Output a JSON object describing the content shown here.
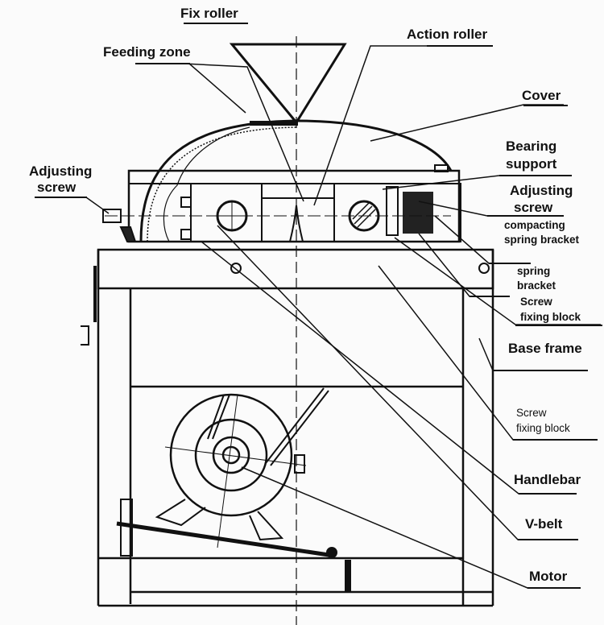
{
  "diagram": {
    "type": "machine cross-section drawing (roller compactor)",
    "labels": {
      "fix_roller": "Fix roller",
      "action_roller": "Action roller",
      "feeding_zone": "Feeding zone",
      "cover": "Cover",
      "bearing_support": [
        "Bearing",
        "support"
      ],
      "adjusting_screw_left": [
        "Adjusting",
        "screw"
      ],
      "adjusting_screw_right": [
        "Adjusting",
        "screw"
      ],
      "compacting_spring_bracket": [
        "compacting",
        "spring bracket"
      ],
      "spring_bracket": [
        "spring",
        "bracket"
      ],
      "screw_fixing_block_1": [
        "Screw",
        "fixing block"
      ],
      "base_frame": "Base frame",
      "screw_fixing_block_2": [
        "Screw",
        "fixing block"
      ],
      "handlebar": "Handlebar",
      "v_belt": "V-belt",
      "motor": "Motor"
    },
    "colors": {
      "line": "#111111",
      "background": "#fbfbfb"
    }
  }
}
